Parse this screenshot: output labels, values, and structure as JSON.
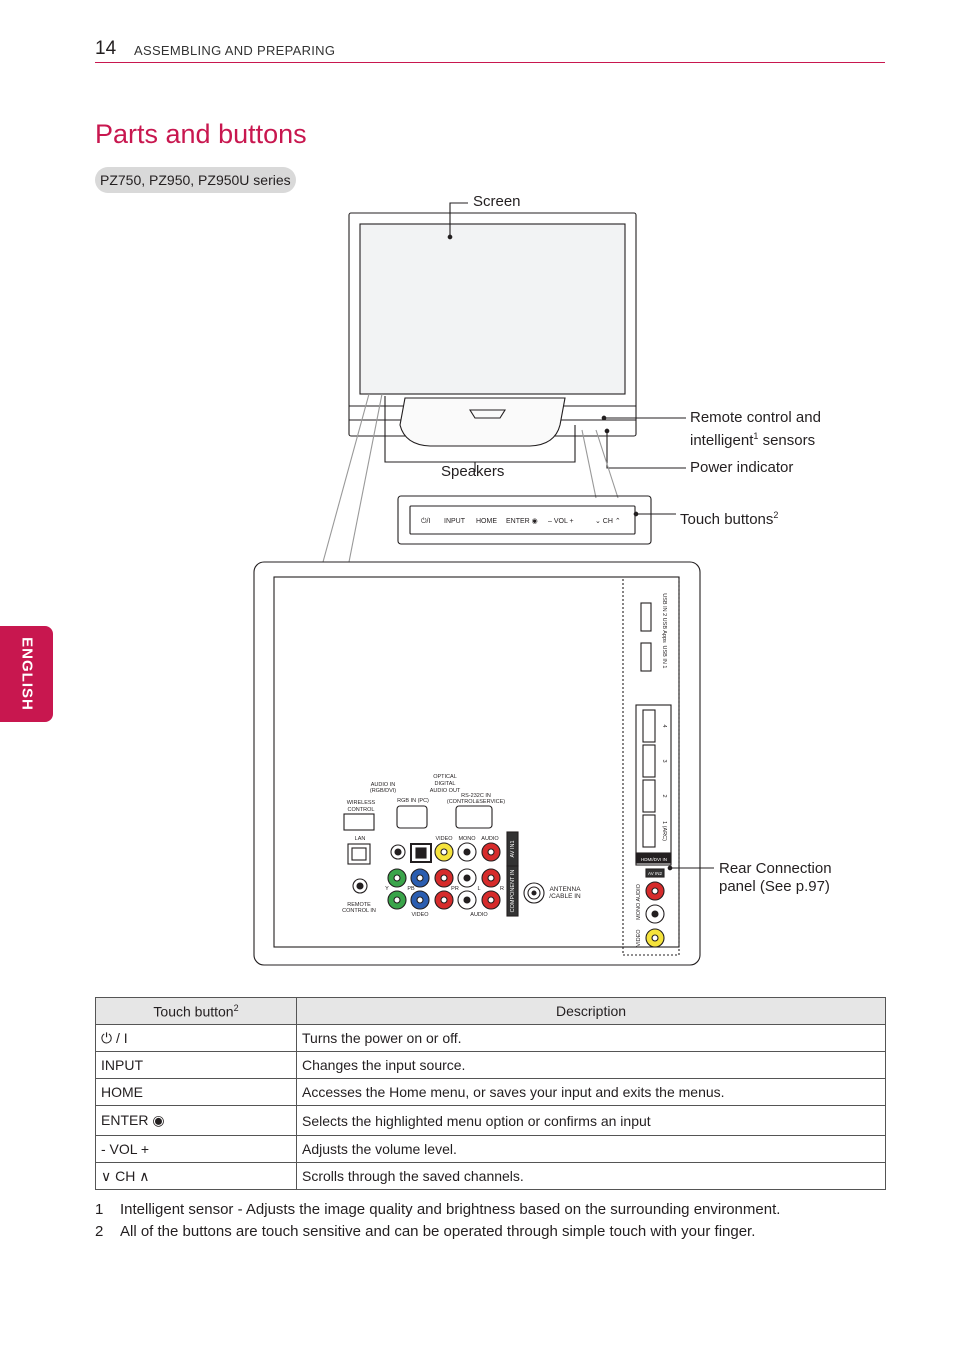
{
  "header": {
    "page_number": "14",
    "section": "ASSEMBLING AND PREPARING"
  },
  "side_tab": "ENGLISH",
  "title": "Parts and buttons",
  "series": "PZ750, PZ950, PZ950U series",
  "callouts": {
    "screen": "Screen",
    "remote_sensor_line1": "Remote control and",
    "remote_sensor_line2": "intelligent",
    "remote_sensor_sup": "1",
    "remote_sensor_line2b": " sensors",
    "power_indicator": "Power indicator",
    "speakers": "Speakers",
    "touch_buttons": "Touch buttons",
    "touch_buttons_sup": "2",
    "rear_line1": "Rear Connection",
    "rear_line2": "panel (See p.97)"
  },
  "touch_strip": {
    "power": "⏻/I",
    "input": "INPUT",
    "home": "HOME",
    "enter": "ENTER ◉",
    "vol": "– VOL +",
    "ch": "⌄ CH ⌃"
  },
  "panel_labels": {
    "audio_in": "AUDIO IN",
    "audio_in2": "(RGB/DVI)",
    "optical": "OPTICAL",
    "optical2": "DIGITAL",
    "optical3": "AUDIO OUT",
    "rgb_in": "RGB IN (PC)",
    "rs232": "RS-232C IN",
    "rs232b": "(CONTROL&SERVICE)",
    "wireless": "WIRELESS",
    "wireless2": "CONTROL",
    "lan": "LAN",
    "video": "VIDEO",
    "mono": "MONO",
    "audio": "AUDIO",
    "av_in1": "AV IN1",
    "component": "COMPONENT IN",
    "remote_in": "REMOTE",
    "remote_in2": "CONTROL IN",
    "antenna": "ANTENNA",
    "antenna2": "/CABLE IN",
    "y": "Y",
    "pb": "PB",
    "pr": "PR",
    "l": "L",
    "r": "R",
    "video_b": "VIDEO",
    "audio_b": "AUDIO",
    "usb2": "USB IN 2 USB Apps",
    "usb1": "USB IN 1",
    "hdmi4": "4",
    "hdmi3": "3",
    "hdmi2": "2",
    "hdmi1": "1 (ARC)",
    "hdmi_dvi": "HDMI/DVI IN",
    "av_in2": "AV IN2",
    "side_video": "VIDEO",
    "side_audio": "MONO AUDIO"
  },
  "table": {
    "headers": [
      "Touch button",
      "Description"
    ],
    "header_sup": "2",
    "rows": [
      {
        "button": "⏻ / I",
        "description": "Turns the power on or off."
      },
      {
        "button": "INPUT",
        "description": "Changes the input source."
      },
      {
        "button": "HOME",
        "description": "Accesses the Home menu, or saves your input and exits the menus."
      },
      {
        "button": "ENTER ◉",
        "description": "Selects the highlighted menu option or confirms an input"
      },
      {
        "button": "- VOL +",
        "description": "Adjusts the volume level."
      },
      {
        "button": "∨ CH ∧",
        "description": "Scrolls through the saved channels."
      }
    ]
  },
  "footnotes": [
    {
      "num": "1",
      "text": "Intelligent sensor - Adjusts the image quality and brightness based on the surrounding environment."
    },
    {
      "num": "2",
      "text": "All of the buttons are touch sensitive and can be operated through simple touch with your finger."
    }
  ]
}
